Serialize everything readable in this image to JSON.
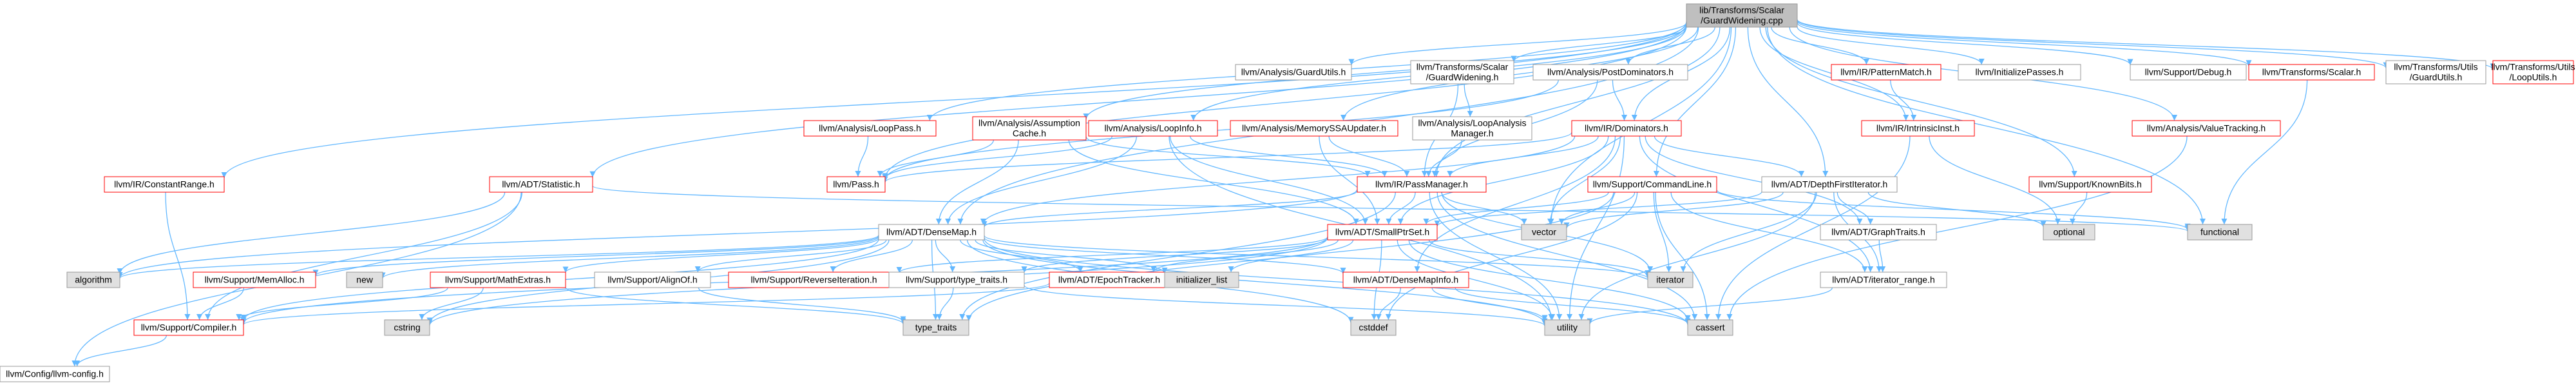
{
  "title": "lib/Transforms/Scalar/GuardWidening.cpp",
  "colors": {
    "edge": "#63b8ff",
    "root_fill": "#bfbfbf",
    "root_stroke": "#999999",
    "linked_fill": "#ffffff",
    "linked_stroke_red": "#ff0000",
    "linked_stroke_gray": "#999999",
    "external_fill": "#e0e0e0",
    "external_stroke": "#999999",
    "text": "#000000"
  },
  "nodes": [
    {
      "id": "root",
      "lines": [
        "lib/Transforms/Scalar",
        "/GuardWidening.cpp"
      ],
      "kind": "root"
    },
    {
      "id": "guardutils",
      "lines": [
        "llvm/Analysis/GuardUtils.h"
      ],
      "kind": "gray"
    },
    {
      "id": "tsguard",
      "lines": [
        "llvm/Transforms/Scalar",
        "/GuardWidening.h"
      ],
      "kind": "gray"
    },
    {
      "id": "postdom",
      "lines": [
        "llvm/Analysis/PostDominators.h"
      ],
      "kind": "gray"
    },
    {
      "id": "patternmatch",
      "lines": [
        "llvm/IR/PatternMatch.h"
      ],
      "kind": "red"
    },
    {
      "id": "initpasses",
      "lines": [
        "llvm/InitializePasses.h"
      ],
      "kind": "gray"
    },
    {
      "id": "debug",
      "lines": [
        "llvm/Support/Debug.h"
      ],
      "kind": "gray"
    },
    {
      "id": "tscalar",
      "lines": [
        "llvm/Transforms/Scalar.h"
      ],
      "kind": "red"
    },
    {
      "id": "tuguard",
      "lines": [
        "llvm/Transforms/Utils",
        "/GuardUtils.h"
      ],
      "kind": "gray"
    },
    {
      "id": "tuloop",
      "lines": [
        "llvm/Transforms/Utils",
        "/LoopUtils.h"
      ],
      "kind": "red"
    },
    {
      "id": "looppass",
      "lines": [
        "llvm/Analysis/LoopPass.h"
      ],
      "kind": "red"
    },
    {
      "id": "assumption",
      "lines": [
        "llvm/Analysis/Assumption",
        "Cache.h"
      ],
      "kind": "red"
    },
    {
      "id": "loopinfo",
      "lines": [
        "llvm/Analysis/LoopInfo.h"
      ],
      "kind": "red"
    },
    {
      "id": "memssa",
      "lines": [
        "llvm/Analysis/MemorySSAUpdater.h"
      ],
      "kind": "red"
    },
    {
      "id": "loopam",
      "lines": [
        "llvm/Analysis/LoopAnalysis",
        "Manager.h"
      ],
      "kind": "gray"
    },
    {
      "id": "dominators",
      "lines": [
        "llvm/IR/Dominators.h"
      ],
      "kind": "red"
    },
    {
      "id": "intrinsic",
      "lines": [
        "llvm/IR/IntrinsicInst.h"
      ],
      "kind": "red"
    },
    {
      "id": "valuetracking",
      "lines": [
        "llvm/Analysis/ValueTracking.h"
      ],
      "kind": "red"
    },
    {
      "id": "constrange",
      "lines": [
        "llvm/IR/ConstantRange.h"
      ],
      "kind": "red"
    },
    {
      "id": "statistic",
      "lines": [
        "llvm/ADT/Statistic.h"
      ],
      "kind": "red"
    },
    {
      "id": "pass",
      "lines": [
        "llvm/Pass.h"
      ],
      "kind": "red"
    },
    {
      "id": "passmanager",
      "lines": [
        "llvm/IR/PassManager.h"
      ],
      "kind": "red"
    },
    {
      "id": "cmdline",
      "lines": [
        "llvm/Support/CommandLine.h"
      ],
      "kind": "red"
    },
    {
      "id": "dfi",
      "lines": [
        "llvm/ADT/DepthFirstIterator.h"
      ],
      "kind": "gray"
    },
    {
      "id": "knownbits",
      "lines": [
        "llvm/Support/KnownBits.h"
      ],
      "kind": "red"
    },
    {
      "id": "densemap",
      "lines": [
        "llvm/ADT/DenseMap.h"
      ],
      "kind": "gray"
    },
    {
      "id": "smallptrset",
      "lines": [
        "llvm/ADT/SmallPtrSet.h"
      ],
      "kind": "red"
    },
    {
      "id": "graphtraits",
      "lines": [
        "llvm/ADT/GraphTraits.h"
      ],
      "kind": "gray"
    },
    {
      "id": "iterrange",
      "lines": [
        "llvm/ADT/iterator_range.h"
      ],
      "kind": "gray"
    },
    {
      "id": "densemapinfo",
      "lines": [
        "llvm/ADT/DenseMapInfo.h"
      ],
      "kind": "red"
    },
    {
      "id": "epoch",
      "lines": [
        "llvm/ADT/EpochTracker.h"
      ],
      "kind": "red"
    },
    {
      "id": "revit",
      "lines": [
        "llvm/Support/ReverseIteration.h"
      ],
      "kind": "red"
    },
    {
      "id": "typetraitsh",
      "lines": [
        "llvm/Support/type_traits.h"
      ],
      "kind": "gray"
    },
    {
      "id": "alignof",
      "lines": [
        "llvm/Support/AlignOf.h"
      ],
      "kind": "gray"
    },
    {
      "id": "mathextras",
      "lines": [
        "llvm/Support/MathExtras.h"
      ],
      "kind": "red"
    },
    {
      "id": "memalloc",
      "lines": [
        "llvm/Support/MemAlloc.h"
      ],
      "kind": "red"
    },
    {
      "id": "compiler",
      "lines": [
        "llvm/Support/Compiler.h"
      ],
      "kind": "red"
    },
    {
      "id": "config",
      "lines": [
        "llvm/Config/llvm-config.h"
      ],
      "kind": "gray"
    },
    {
      "id": "algorithm",
      "lines": [
        "algorithm"
      ],
      "kind": "ext"
    },
    {
      "id": "new",
      "lines": [
        "new"
      ],
      "kind": "ext"
    },
    {
      "id": "initlist",
      "lines": [
        "initializer_list"
      ],
      "kind": "ext"
    },
    {
      "id": "iterator",
      "lines": [
        "iterator"
      ],
      "kind": "ext"
    },
    {
      "id": "vector",
      "lines": [
        "vector"
      ],
      "kind": "ext"
    },
    {
      "id": "optional",
      "lines": [
        "optional"
      ],
      "kind": "ext"
    },
    {
      "id": "functional",
      "lines": [
        "functional"
      ],
      "kind": "ext"
    },
    {
      "id": "cstring",
      "lines": [
        "cstring"
      ],
      "kind": "ext"
    },
    {
      "id": "type_traits",
      "lines": [
        "type_traits"
      ],
      "kind": "ext"
    },
    {
      "id": "cstddef",
      "lines": [
        "cstddef"
      ],
      "kind": "ext"
    },
    {
      "id": "utility",
      "lines": [
        "utility"
      ],
      "kind": "ext"
    },
    {
      "id": "cassert",
      "lines": [
        "cassert"
      ],
      "kind": "ext"
    }
  ],
  "edges": [
    [
      "root",
      "guardutils"
    ],
    [
      "root",
      "tsguard"
    ],
    [
      "root",
      "postdom"
    ],
    [
      "root",
      "patternmatch"
    ],
    [
      "root",
      "initpasses"
    ],
    [
      "root",
      "debug"
    ],
    [
      "root",
      "tscalar"
    ],
    [
      "root",
      "tuguard"
    ],
    [
      "root",
      "tuloop"
    ],
    [
      "root",
      "looppass"
    ],
    [
      "root",
      "assumption"
    ],
    [
      "root",
      "loopinfo"
    ],
    [
      "root",
      "memssa"
    ],
    [
      "root",
      "dominators"
    ],
    [
      "root",
      "intrinsic"
    ],
    [
      "root",
      "valuetracking"
    ],
    [
      "root",
      "constrange"
    ],
    [
      "root",
      "statistic"
    ],
    [
      "root",
      "pass"
    ],
    [
      "root",
      "cmdline"
    ],
    [
      "root",
      "dfi"
    ],
    [
      "root",
      "knownbits"
    ],
    [
      "root",
      "densemap"
    ],
    [
      "root",
      "functional"
    ],
    [
      "root",
      "vector"
    ],
    [
      "root",
      "passmanager"
    ],
    [
      "tsguard",
      "passmanager"
    ],
    [
      "tsguard",
      "loopam"
    ],
    [
      "postdom",
      "dominators"
    ],
    [
      "postdom",
      "passmanager"
    ],
    [
      "postdom",
      "pass"
    ],
    [
      "patternmatch",
      "intrinsic"
    ],
    [
      "intrinsic",
      "optional"
    ],
    [
      "intrinsic",
      "cassert"
    ],
    [
      "tscalar",
      "functional"
    ],
    [
      "looppass",
      "pass"
    ],
    [
      "assumption",
      "pass"
    ],
    [
      "assumption",
      "densemap"
    ],
    [
      "assumption",
      "passmanager"
    ],
    [
      "assumption",
      "smallptrset"
    ],
    [
      "loopinfo",
      "pass"
    ],
    [
      "loopinfo",
      "passmanager"
    ],
    [
      "loopinfo",
      "densemap"
    ],
    [
      "loopinfo",
      "smallptrset"
    ],
    [
      "loopinfo",
      "utility"
    ],
    [
      "memssa",
      "smallptrset"
    ],
    [
      "memssa",
      "passmanager"
    ],
    [
      "loopam",
      "passmanager"
    ],
    [
      "dominators",
      "pass"
    ],
    [
      "dominators",
      "passmanager"
    ],
    [
      "dominators",
      "densemap"
    ],
    [
      "dominators",
      "dfi"
    ],
    [
      "dominators",
      "smallptrset"
    ],
    [
      "dominators",
      "graphtraits"
    ],
    [
      "dominators",
      "iterrange"
    ],
    [
      "dominators",
      "vector"
    ],
    [
      "dominators",
      "utility"
    ],
    [
      "dominators",
      "densemapinfo"
    ],
    [
      "valuetracking",
      "cassert"
    ],
    [
      "constrange",
      "compiler"
    ],
    [
      "statistic",
      "compiler"
    ],
    [
      "statistic",
      "config"
    ],
    [
      "statistic",
      "functional"
    ],
    [
      "statistic",
      "algorithm"
    ],
    [
      "passmanager",
      "densemap"
    ],
    [
      "passmanager",
      "smallptrset"
    ],
    [
      "passmanager",
      "vector"
    ],
    [
      "passmanager",
      "iterator"
    ],
    [
      "passmanager",
      "utility"
    ],
    [
      "passmanager",
      "cassert"
    ],
    [
      "passmanager",
      "type_traits"
    ],
    [
      "passmanager",
      "algorithm"
    ],
    [
      "cmdline",
      "smallptrset"
    ],
    [
      "cmdline",
      "iterrange"
    ],
    [
      "cmdline",
      "vector"
    ],
    [
      "cmdline",
      "cassert"
    ],
    [
      "cmdline",
      "cstddef"
    ],
    [
      "cmdline",
      "iterator"
    ],
    [
      "cmdline",
      "functional"
    ],
    [
      "cmdline",
      "type_traits"
    ],
    [
      "dfi",
      "smallptrset"
    ],
    [
      "dfi",
      "graphtraits"
    ],
    [
      "dfi",
      "iterrange"
    ],
    [
      "dfi",
      "iterator"
    ],
    [
      "dfi",
      "vector"
    ],
    [
      "dfi",
      "optional"
    ],
    [
      "dfi",
      "utility"
    ],
    [
      "knownbits",
      "optional"
    ],
    [
      "densemap",
      "densemapinfo"
    ],
    [
      "densemap",
      "epoch"
    ],
    [
      "densemap",
      "revit"
    ],
    [
      "densemap",
      "typetraitsh"
    ],
    [
      "densemap",
      "alignof"
    ],
    [
      "densemap",
      "mathextras"
    ],
    [
      "densemap",
      "memalloc"
    ],
    [
      "densemap",
      "compiler"
    ],
    [
      "densemap",
      "algorithm"
    ],
    [
      "densemap",
      "new"
    ],
    [
      "densemap",
      "initlist"
    ],
    [
      "densemap",
      "iterator"
    ],
    [
      "densemap",
      "cstring"
    ],
    [
      "densemap",
      "type_traits"
    ],
    [
      "densemap",
      "cstddef"
    ],
    [
      "densemap",
      "utility"
    ],
    [
      "densemap",
      "cassert"
    ],
    [
      "smallptrset",
      "epoch"
    ],
    [
      "smallptrset",
      "revit"
    ],
    [
      "smallptrset",
      "typetraitsh"
    ],
    [
      "smallptrset",
      "compiler"
    ],
    [
      "smallptrset",
      "initlist"
    ],
    [
      "smallptrset",
      "iterator"
    ],
    [
      "smallptrset",
      "cstring"
    ],
    [
      "smallptrset",
      "cstddef"
    ],
    [
      "smallptrset",
      "utility"
    ],
    [
      "smallptrset",
      "cassert"
    ],
    [
      "graphtraits",
      "iterrange"
    ],
    [
      "iterrange",
      "utility"
    ],
    [
      "densemapinfo",
      "cassert"
    ],
    [
      "densemapinfo",
      "cstddef"
    ],
    [
      "densemapinfo",
      "utility"
    ],
    [
      "typetraitsh",
      "type_traits"
    ],
    [
      "typetraitsh",
      "utility"
    ],
    [
      "alignof",
      "type_traits"
    ],
    [
      "mathextras",
      "compiler"
    ],
    [
      "mathextras",
      "cstring"
    ],
    [
      "mathextras",
      "type_traits"
    ],
    [
      "memalloc",
      "compiler"
    ],
    [
      "compiler",
      "config"
    ],
    [
      "epoch",
      "compiler"
    ]
  ]
}
